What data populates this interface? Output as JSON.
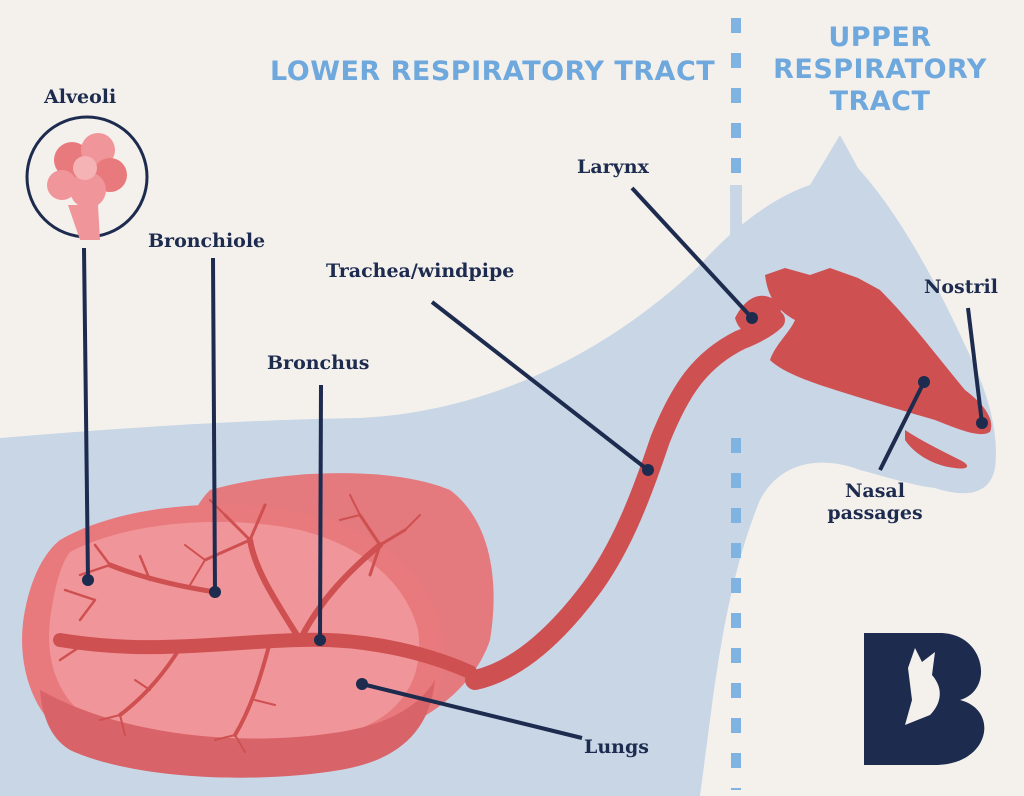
{
  "headings": {
    "lower": "LOWER RESPIRATORY TRACT",
    "upper": [
      "UPPER",
      "RESPIRATORY",
      "TRACT"
    ]
  },
  "labels": {
    "alveoli": "Alveoli",
    "bronchiole": "Bronchiole",
    "trachea": "Trachea/windpipe",
    "bronchus": "Bronchus",
    "larynx": "Larynx",
    "nostril": "Nostril",
    "nasal_passages": [
      "Nasal",
      "passages"
    ],
    "lungs": "Lungs"
  },
  "colors": {
    "background": "#f4f1ed",
    "horse_silhouette": "#c8d6e6",
    "lung_dark": "#e47a7e",
    "lung_light": "#f09599",
    "airway_red": "#cf5050",
    "leader_navy": "#1d2b4f",
    "heading_blue": "#6ea8dc",
    "divider_blue": "#7fb3e2"
  },
  "logo": {
    "icon": "horse-head-b-logo"
  }
}
